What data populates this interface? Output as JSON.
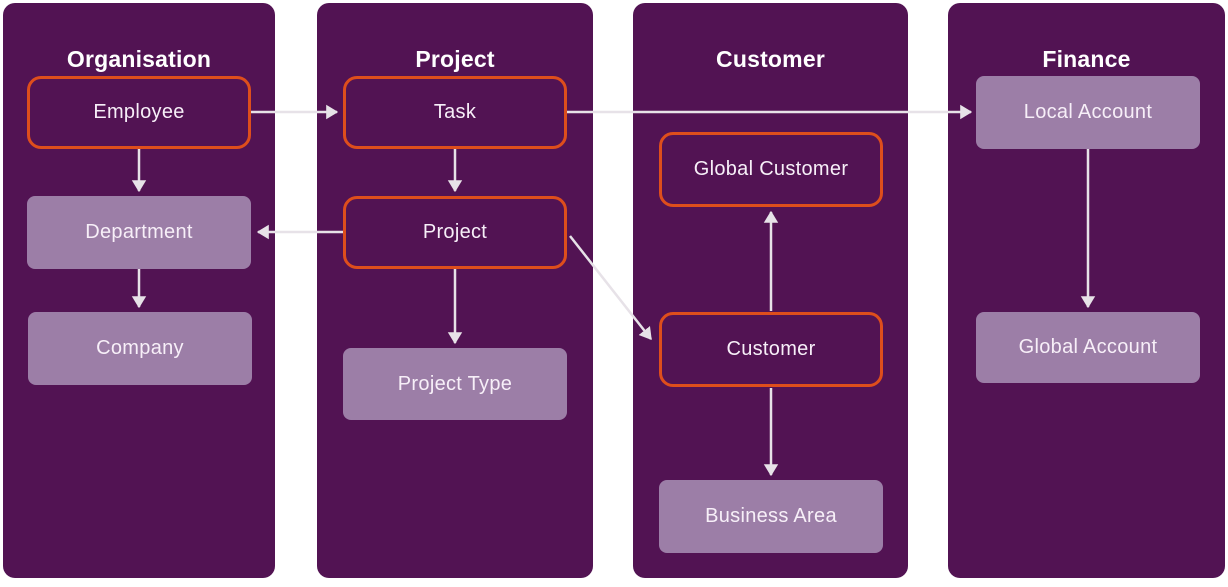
{
  "diagram": {
    "colors": {
      "panel_background": "#521353",
      "filled_node": "#9c7ea7",
      "outlined_node_border": "#de4e1c",
      "arrow": "#e7e2e8",
      "title_text": "#ffffff",
      "node_text": "#f7eff8",
      "page_background": "#ffffff"
    },
    "columns": [
      {
        "id": "organisation",
        "title": "Organisation",
        "nodes": [
          {
            "id": "employee",
            "label": "Employee",
            "style": "outlined"
          },
          {
            "id": "department",
            "label": "Department",
            "style": "filled"
          },
          {
            "id": "company",
            "label": "Company",
            "style": "filled"
          }
        ]
      },
      {
        "id": "project",
        "title": "Project",
        "nodes": [
          {
            "id": "task",
            "label": "Task",
            "style": "outlined"
          },
          {
            "id": "project",
            "label": "Project",
            "style": "outlined"
          },
          {
            "id": "project-type",
            "label": "Project Type",
            "style": "filled"
          }
        ]
      },
      {
        "id": "customer",
        "title": "Customer",
        "nodes": [
          {
            "id": "global-customer",
            "label": "Global Customer",
            "style": "outlined"
          },
          {
            "id": "customer",
            "label": "Customer",
            "style": "outlined"
          },
          {
            "id": "business-area",
            "label": "Business Area",
            "style": "filled"
          }
        ]
      },
      {
        "id": "finance",
        "title": "Finance",
        "nodes": [
          {
            "id": "local-account",
            "label": "Local Account",
            "style": "filled"
          },
          {
            "id": "global-account",
            "label": "Global Account",
            "style": "filled"
          }
        ]
      }
    ],
    "edges": [
      {
        "from": "employee",
        "to": "task"
      },
      {
        "from": "employee",
        "to": "department"
      },
      {
        "from": "department",
        "to": "company"
      },
      {
        "from": "task",
        "to": "project"
      },
      {
        "from": "task",
        "to": "local-account"
      },
      {
        "from": "project",
        "to": "department"
      },
      {
        "from": "project",
        "to": "project-type"
      },
      {
        "from": "project",
        "to": "customer"
      },
      {
        "from": "customer",
        "to": "global-customer"
      },
      {
        "from": "customer",
        "to": "business-area"
      },
      {
        "from": "local-account",
        "to": "global-account"
      }
    ]
  }
}
